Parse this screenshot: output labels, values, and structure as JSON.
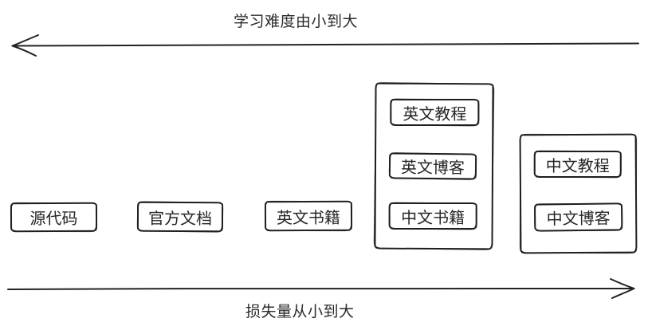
{
  "diagram": {
    "title": "learning-resources-difficulty-diagram",
    "axes": {
      "top": {
        "label": "学习难度由小到大",
        "direction": "left"
      },
      "bottom": {
        "label": "损失量从小到大",
        "direction": "right"
      }
    },
    "nodes": {
      "standalone": [
        {
          "id": "source-code",
          "label": "源代码"
        },
        {
          "id": "official-docs",
          "label": "官方文档"
        },
        {
          "id": "english-books",
          "label": "英文书籍"
        }
      ],
      "groups": [
        {
          "id": "group-mixed-english",
          "items": [
            {
              "id": "english-tutorials",
              "label": "英文教程"
            },
            {
              "id": "english-blogs",
              "label": "英文博客"
            },
            {
              "id": "chinese-books",
              "label": "中文书籍"
            }
          ]
        },
        {
          "id": "group-chinese",
          "items": [
            {
              "id": "chinese-tutorials",
              "label": "中文教程"
            },
            {
              "id": "chinese-blogs",
              "label": "中文博客"
            }
          ]
        }
      ]
    },
    "colors": {
      "stroke": "#1f1f1f",
      "background": "#ffffff",
      "text": "#262626"
    }
  }
}
